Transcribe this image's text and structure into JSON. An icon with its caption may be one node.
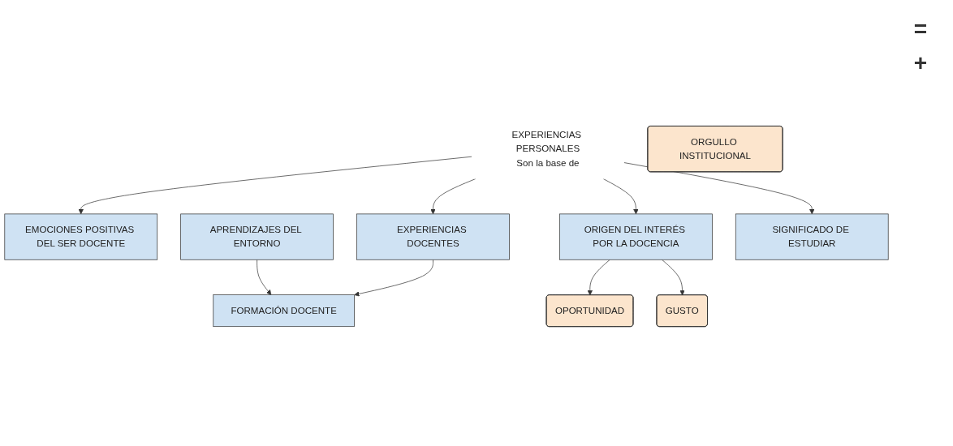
{
  "diagram": {
    "nodes": [
      {
        "text": [
          "EMOCIONES POSITIVAS DEL SER DOCENTE"
        ]
      },
      {
        "text": [
          "ORGULLO INSTITUCIONAL"
        ]
      },
      {
        "text": [
          "APRENDIZAJES DEL ENTORNO"
        ]
      },
      {
        "text": [
          "EXPERIENCIAS DOCENTES"
        ]
      },
      {
        "text": [
          "EXPERIENCIAS PERSONALES",
          "Son la base de"
        ]
      },
      {
        "text": [
          "ORIGEN DEL INTERÉS POR LA DOCENCIA"
        ]
      },
      {
        "text": [
          "FORMACIÓN DOCENTE"
        ]
      },
      {
        "text": [
          "SIGNIFICADO DE ESTUDIAR"
        ]
      },
      {
        "text": [
          "OPORTUNIDAD"
        ]
      },
      {
        "text": [
          "GUSTO"
        ]
      }
    ],
    "edges": [
      {
        "from": 4,
        "to": 0,
        "arrow": "to"
      },
      {
        "from": 4,
        "to": 3,
        "arrow": "to"
      },
      {
        "from": 4,
        "to": 5,
        "arrow": "to"
      },
      {
        "from": 4,
        "to": 7,
        "arrow": "to"
      },
      {
        "from": 2,
        "to": 6,
        "arrow": "to"
      },
      {
        "from": 3,
        "to": 6,
        "arrow": "to"
      },
      {
        "from": 5,
        "to": 8,
        "arrow": "to"
      },
      {
        "from": 5,
        "to": 9,
        "arrow": "to"
      }
    ],
    "labels": [
      "=",
      "+"
    ]
  }
}
